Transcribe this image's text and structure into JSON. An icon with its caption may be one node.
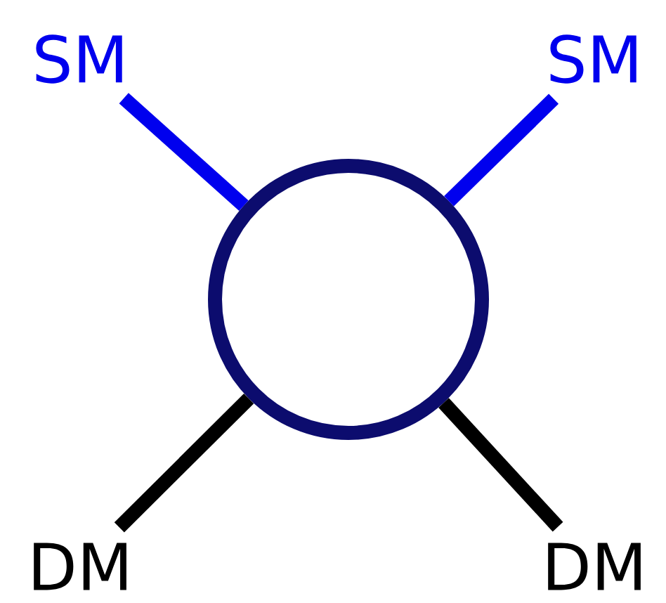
{
  "diagram": {
    "nodes": [
      {
        "text": [
          "SM"
        ]
      },
      {
        "text": [
          "SM"
        ]
      },
      {
        "text": [],
        "shape": "circle"
      },
      {
        "text": [
          "DM"
        ]
      },
      {
        "text": [
          "DM"
        ]
      }
    ],
    "edges": [
      {
        "from": 0,
        "to": 2,
        "arrow": "none",
        "color": "#0000ee"
      },
      {
        "from": 1,
        "to": 2,
        "arrow": "none",
        "color": "#0000ee"
      },
      {
        "from": 3,
        "to": 2,
        "arrow": "none",
        "color": "#000000"
      },
      {
        "from": 4,
        "to": 2,
        "arrow": "none",
        "color": "#000000"
      }
    ]
  }
}
